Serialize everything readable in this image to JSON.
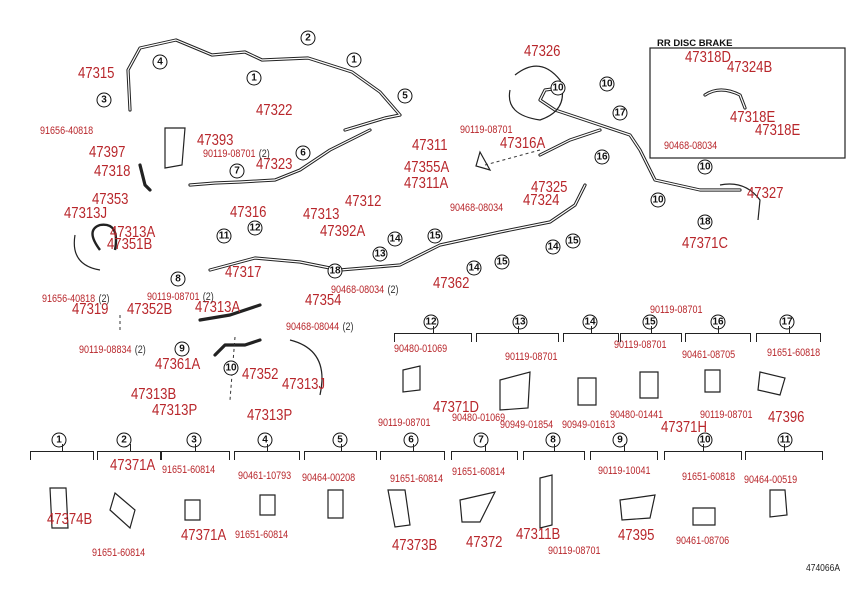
{
  "box_title": "RR DISC BRAKE",
  "figure_code": "474066A",
  "part_labels": [
    "47315",
    "47322",
    "47311",
    "47355A",
    "47311A",
    "47393",
    "47397",
    "47318",
    "47323",
    "47316",
    "47313",
    "47312",
    "47353",
    "47313J",
    "47313A",
    "47351B",
    "47392A",
    "47317",
    "47319",
    "47352B",
    "47354",
    "47313A",
    "47361A",
    "47352",
    "47313J",
    "47313B",
    "47313P",
    "47313P",
    "47362",
    "47326",
    "47316A",
    "47325",
    "47324",
    "47327",
    "47371C",
    "47318D",
    "47324B",
    "47318E",
    "47318E",
    "47371D",
    "47371H",
    "47396",
    "47374B",
    "47371A",
    "47371A",
    "47373B",
    "47372",
    "47311B",
    "47395"
  ],
  "small_labels": [
    "91656-40818",
    "90119-08701",
    "90119-08701",
    "90468-08034",
    "91656-40818",
    "90119-08701",
    "90468-08034",
    "90468-08044",
    "90119-08834",
    "90468-08034",
    "90119-08701",
    "90480-01069",
    "90119-08701",
    "90119-08701",
    "90480-01069",
    "90949-01854",
    "90949-01613",
    "90119-08701",
    "90480-01441",
    "90461-08705",
    "90119-08701",
    "91651-60818",
    "91651-60814",
    "91651-60814",
    "90461-10793",
    "91651-60814",
    "90464-00208",
    "91651-60814",
    "91651-60814",
    "90119-08701",
    "90119-10041",
    "91651-60818",
    "90461-08706",
    "90464-00519"
  ],
  "small_label_qty": [
    "",
    "(2)",
    "",
    "",
    "(2)",
    "(2)",
    "(2)",
    "(2)",
    "(2)",
    "",
    "",
    "",
    "",
    "",
    "",
    "",
    "",
    "",
    "",
    "",
    "",
    "",
    "",
    "",
    "",
    "",
    "",
    "",
    "",
    "",
    "",
    "",
    "",
    ""
  ],
  "callouts": [
    "4",
    "3",
    "1",
    "2",
    "1",
    "5",
    "6",
    "7",
    "8",
    "9",
    "10",
    "11",
    "12",
    "13",
    "14",
    "18",
    "15",
    "14",
    "15",
    "14",
    "15",
    "16",
    "17",
    "10",
    "10",
    "10",
    "10",
    "18"
  ],
  "group_headers": [
    "12",
    "13",
    "14",
    "15",
    "16",
    "17",
    "1",
    "2",
    "3",
    "4",
    "5",
    "6",
    "7",
    "8",
    "9",
    "10",
    "11"
  ],
  "colors": {
    "label_red": "#b8262b",
    "line": "#222222"
  }
}
